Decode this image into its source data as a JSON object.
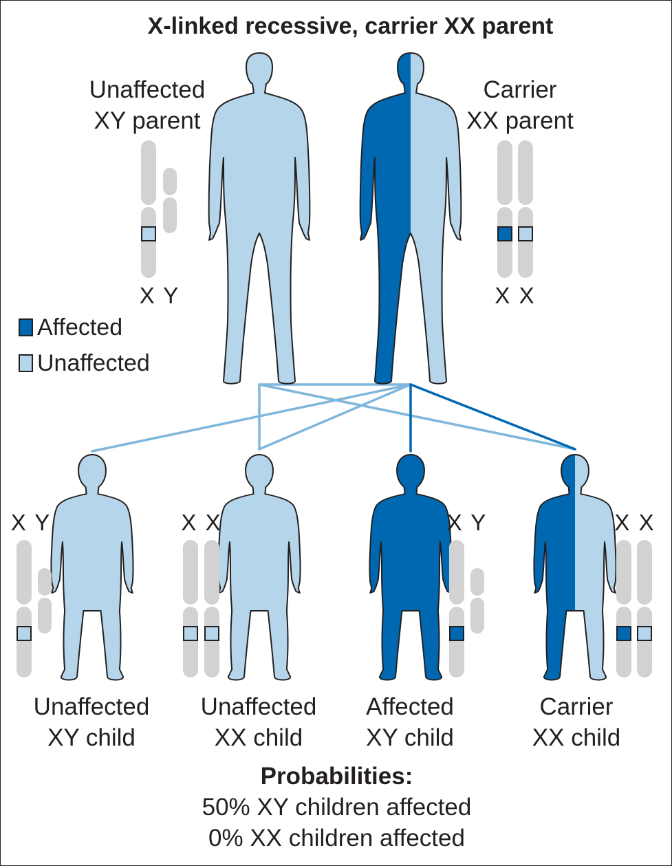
{
  "title": "X-linked recessive, carrier XX parent",
  "colors": {
    "affected": "#0067b1",
    "unaffected": "#b5d5ea",
    "chromosome": "#d2d2d2",
    "link_unaffected": "#7fb6dc",
    "link_affected": "#0067b1",
    "outline": "#231f20"
  },
  "parents": [
    {
      "label": [
        "Unaffected",
        "XY parent"
      ],
      "chromosomes": "X Y",
      "status": "unaffected"
    },
    {
      "label": [
        "Carrier",
        "XX parent"
      ],
      "chromosomes": "X X",
      "status": "carrier"
    }
  ],
  "children": [
    {
      "label": [
        "Unaffected",
        "XY child"
      ],
      "chromosomes": "X Y",
      "status": "unaffected"
    },
    {
      "label": [
        "Unaffected",
        "XX child"
      ],
      "chromosomes": "X X",
      "status": "unaffected"
    },
    {
      "label": [
        "Affected",
        "XY child"
      ],
      "chromosomes": "X Y",
      "status": "affected"
    },
    {
      "label": [
        "Carrier",
        "XX child"
      ],
      "chromosomes": "X X",
      "status": "carrier"
    }
  ],
  "legend": [
    {
      "label": "Affected",
      "color": "#0067b1"
    },
    {
      "label": "Unaffected",
      "color": "#b5d5ea"
    }
  ],
  "probabilities": {
    "heading": "Probabilities:",
    "lines": [
      "50% XY children affected",
      "0% XX children affected"
    ]
  }
}
